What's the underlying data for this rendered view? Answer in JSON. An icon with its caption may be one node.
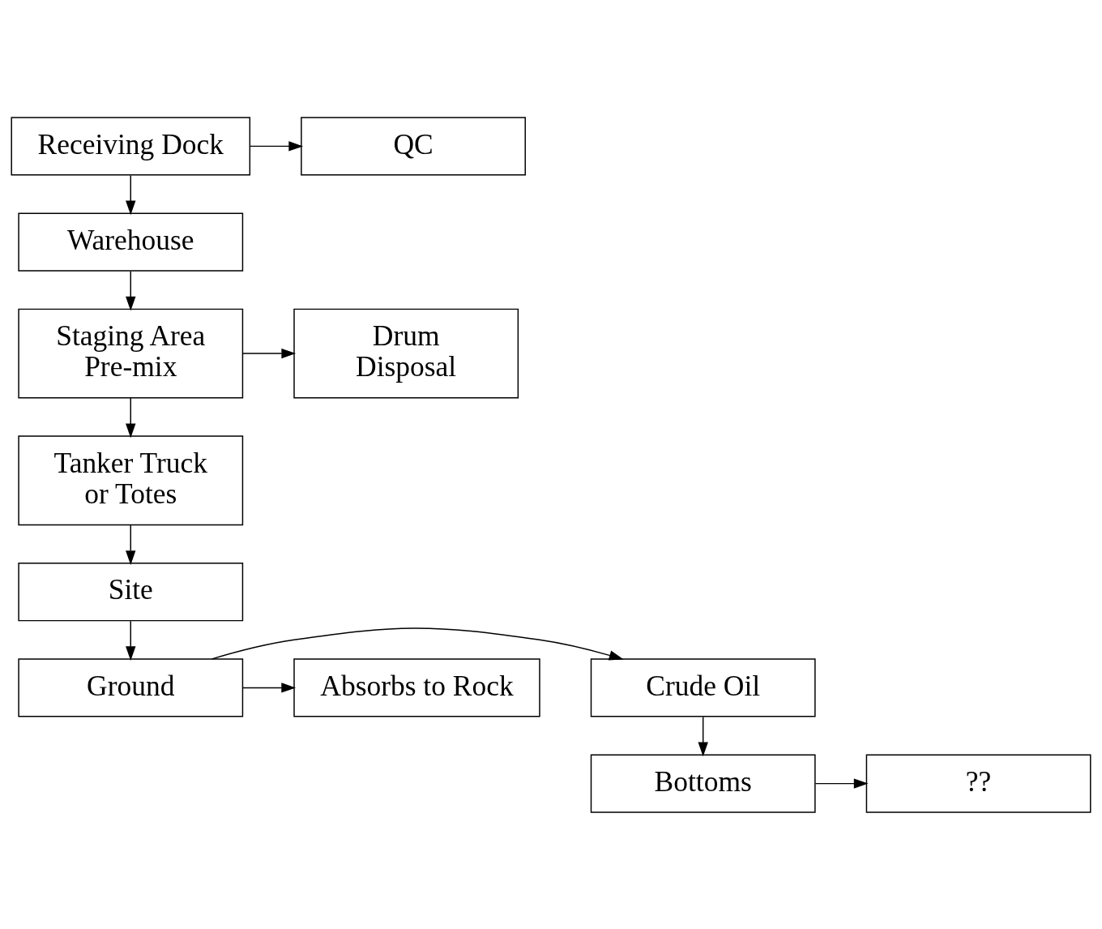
{
  "diagram": {
    "nodes": [
      {
        "text": [
          "QC"
        ]
      },
      {
        "text": [
          "Receiving Dock"
        ]
      },
      {
        "text": [
          "Warehouse"
        ]
      },
      {
        "text": [
          "Drum Disposal"
        ]
      },
      {
        "text": [
          "Staging Area Pre-mix"
        ]
      },
      {
        "text": [
          "Tanker Truck or Totes"
        ]
      },
      {
        "text": [
          "Site"
        ]
      },
      {
        "text": [
          "Crude Oil"
        ]
      },
      {
        "text": [
          "Ground"
        ]
      },
      {
        "text": [
          "Absorbs to Rock"
        ]
      },
      {
        "text": [
          "Bottoms"
        ]
      },
      {
        "text": [
          "??"
        ]
      }
    ],
    "edges": [
      {
        "from": 1,
        "to": 0,
        "arrow": "to"
      },
      {
        "from": 1,
        "to": 2,
        "arrow": "to"
      },
      {
        "from": 2,
        "to": 4,
        "arrow": "to"
      },
      {
        "from": 4,
        "to": 3,
        "arrow": "to"
      },
      {
        "from": 4,
        "to": 5,
        "arrow": "to"
      },
      {
        "from": 5,
        "to": 6,
        "arrow": "to"
      },
      {
        "from": 6,
        "to": 8,
        "arrow": "to"
      },
      {
        "from": 8,
        "to": 7,
        "arrow": "to"
      },
      {
        "from": 8,
        "to": 9,
        "arrow": "to"
      },
      {
        "from": 7,
        "to": 10,
        "arrow": "to"
      },
      {
        "from": 10,
        "to": 11,
        "arrow": "to"
      }
    ]
  }
}
